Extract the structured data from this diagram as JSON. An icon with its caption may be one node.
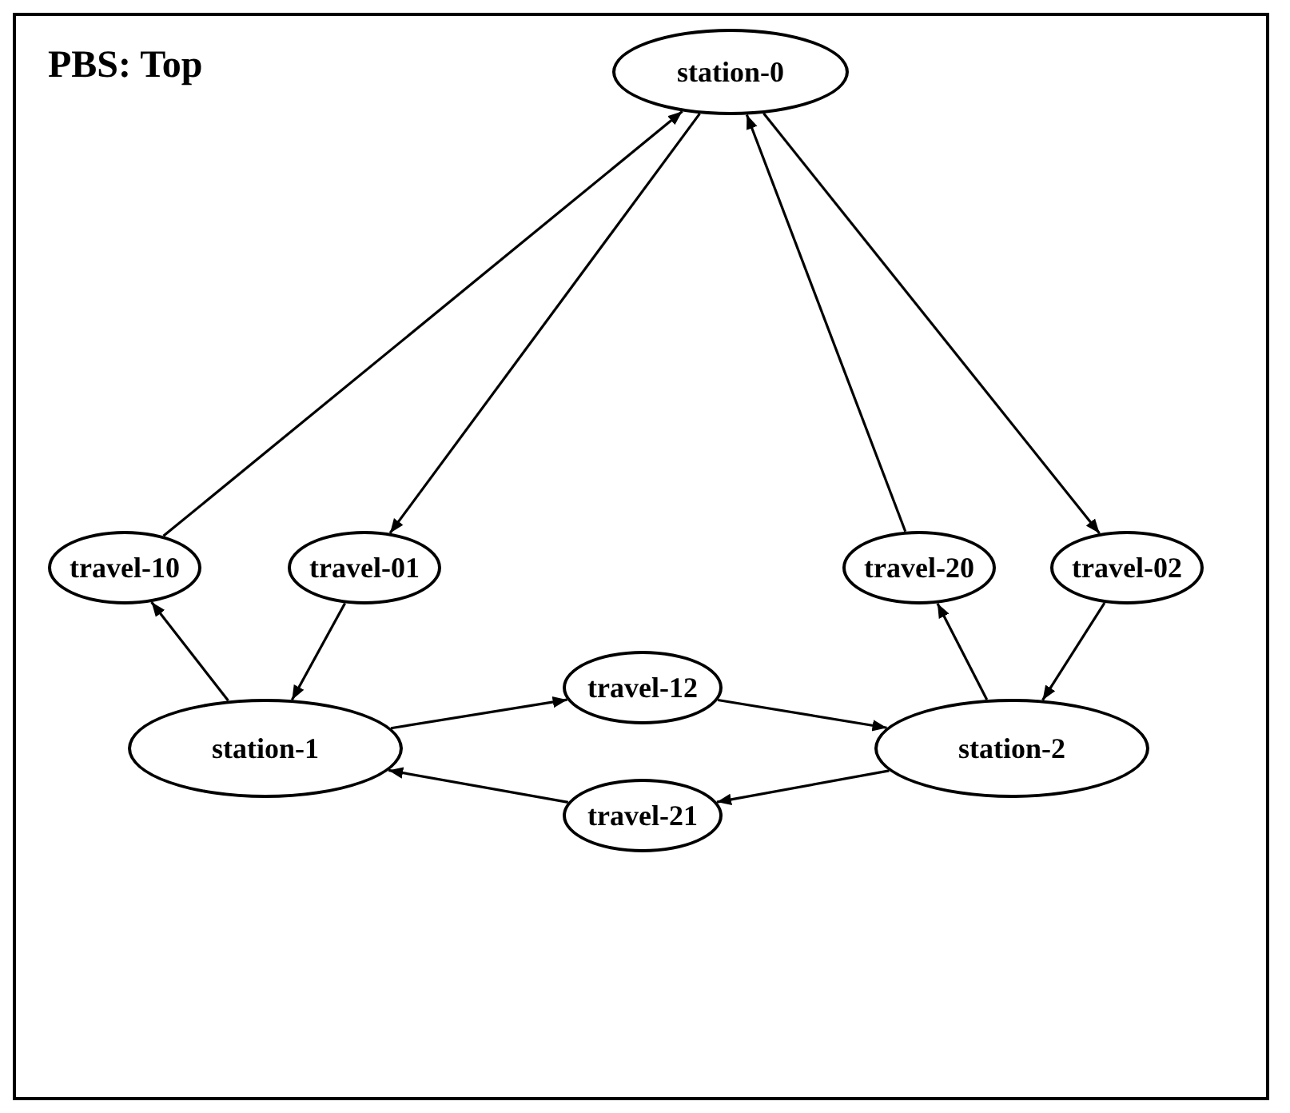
{
  "diagram": {
    "title": "PBS: Top",
    "nodes": [
      {
        "text": [
          "station-0"
        ]
      },
      {
        "text": [
          "travel-10"
        ]
      },
      {
        "text": [
          "travel-01"
        ]
      },
      {
        "text": [
          "travel-20"
        ]
      },
      {
        "text": [
          "travel-02"
        ]
      },
      {
        "text": [
          "station-1"
        ]
      },
      {
        "text": [
          "travel-12"
        ]
      },
      {
        "text": [
          "station-2"
        ]
      },
      {
        "text": [
          "travel-21"
        ]
      }
    ],
    "edges": [
      {
        "from": 1,
        "to": 0,
        "arrow": "to"
      },
      {
        "from": 0,
        "to": 2,
        "arrow": "to"
      },
      {
        "from": 3,
        "to": 0,
        "arrow": "to"
      },
      {
        "from": 0,
        "to": 4,
        "arrow": "to"
      },
      {
        "from": 5,
        "to": 1,
        "arrow": "to"
      },
      {
        "from": 2,
        "to": 5,
        "arrow": "to"
      },
      {
        "from": 7,
        "to": 3,
        "arrow": "to"
      },
      {
        "from": 4,
        "to": 7,
        "arrow": "to"
      },
      {
        "from": 5,
        "to": 6,
        "arrow": "to"
      },
      {
        "from": 6,
        "to": 7,
        "arrow": "to"
      },
      {
        "from": 7,
        "to": 8,
        "arrow": "to"
      },
      {
        "from": 8,
        "to": 5,
        "arrow": "to"
      }
    ]
  }
}
